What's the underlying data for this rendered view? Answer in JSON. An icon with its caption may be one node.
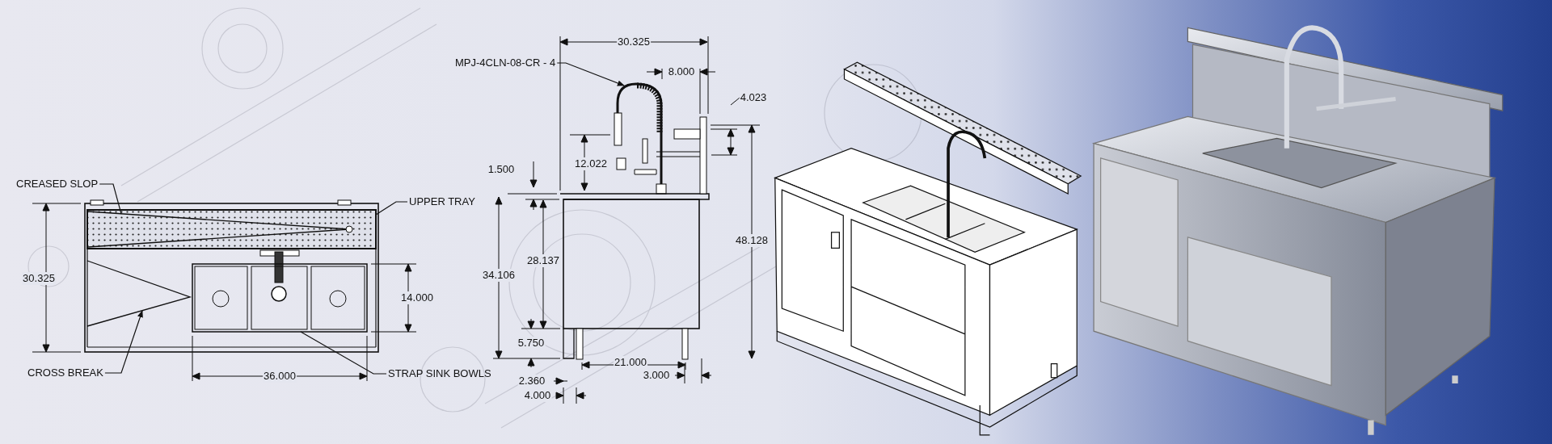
{
  "diagram": {
    "nodes": [
      {
        "text": [
          "CREASED SLOP"
        ]
      },
      {
        "text": [
          "UPPER TRAY"
        ]
      },
      {
        "text": [
          "CROSS BREAK"
        ]
      },
      {
        "text": [
          "STRAP SINK BOWLS"
        ]
      },
      {
        "text": [
          "MPJ-4CLN-08-CR - 4"
        ]
      },
      {
        "text": [],
        "shape": "triangle",
        "in": 6
      },
      {
        "text": [],
        "shape": "box"
      },
      {
        "text": [],
        "shape": "triangle"
      },
      {
        "text": [],
        "shape": "box"
      },
      {
        "text": [],
        "shape": "picture"
      }
    ],
    "edges": [
      {
        "from": 0,
        "to": 5,
        "arrow": "none"
      },
      {
        "from": 1,
        "to": 6,
        "arrow": "none"
      },
      {
        "from": 2,
        "to": 7,
        "arrow": "to"
      },
      {
        "from": 3,
        "to": 8,
        "arrow": "none"
      },
      {
        "from": 4,
        "to": 9,
        "arrow": "to"
      }
    ],
    "labels": [
      "30.325",
      "36.000",
      "14.000",
      "30.325",
      "8.000",
      "4.023",
      "12.022",
      "1.500",
      "48.128",
      "34.106",
      "28.137",
      "5.750",
      "2.360",
      "4.000",
      "21.000",
      "3.000"
    ]
  }
}
